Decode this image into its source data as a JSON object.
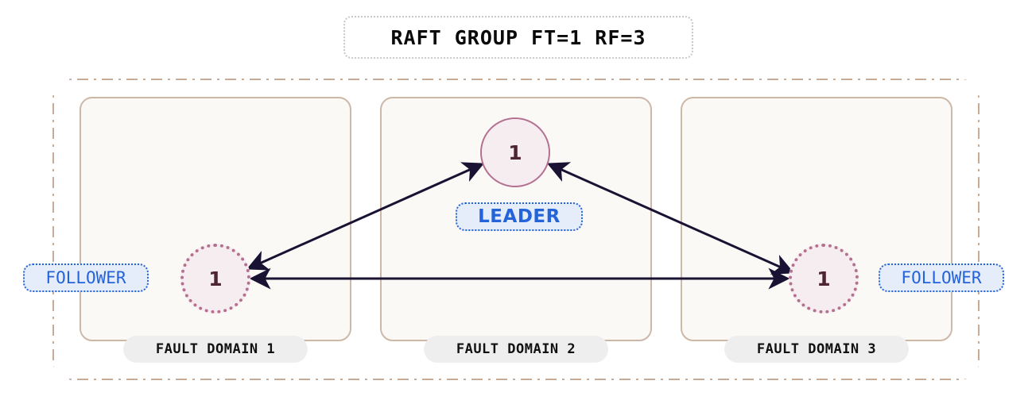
{
  "title": {
    "text": "RAFT GROUP FT=1 RF=3"
  },
  "colors": {
    "page_background": "#ffffff",
    "outer_border": "#c8ab97",
    "fault_domain_border": "#cdb8a8",
    "fault_domain_fill": "#fbf9f6",
    "node_fill": "#f6edf1",
    "node_border": "#b5708f",
    "node_text": "#4d2430",
    "edge": "#1a1233",
    "badge_text": "#2563d9",
    "badge_fill": "#e5edfb",
    "badge_border": "#2563d9",
    "fd_label_fill": "#eeeeee",
    "fd_label_text": "#111111",
    "title_border": "#c9c9c9"
  },
  "fault_domains": [
    {
      "label": "FAULT DOMAIN 1"
    },
    {
      "label": "FAULT DOMAIN 2"
    },
    {
      "label": "FAULT DOMAIN 3"
    }
  ],
  "nodes": [
    {
      "id": "follower-1",
      "value": "1",
      "role": "FOLLOWER",
      "fault_domain": "FAULT DOMAIN 1",
      "border_style": "dotted"
    },
    {
      "id": "leader",
      "value": "1",
      "role": "LEADER",
      "fault_domain": "FAULT DOMAIN 2",
      "border_style": "solid"
    },
    {
      "id": "follower-3",
      "value": "1",
      "role": "FOLLOWER",
      "fault_domain": "FAULT DOMAIN 3",
      "border_style": "dotted"
    }
  ],
  "edges": [
    {
      "from": "follower-1",
      "to": "leader",
      "direction": "bidirectional"
    },
    {
      "from": "leader",
      "to": "follower-3",
      "direction": "bidirectional"
    },
    {
      "from": "follower-1",
      "to": "follower-3",
      "direction": "bidirectional"
    }
  ]
}
